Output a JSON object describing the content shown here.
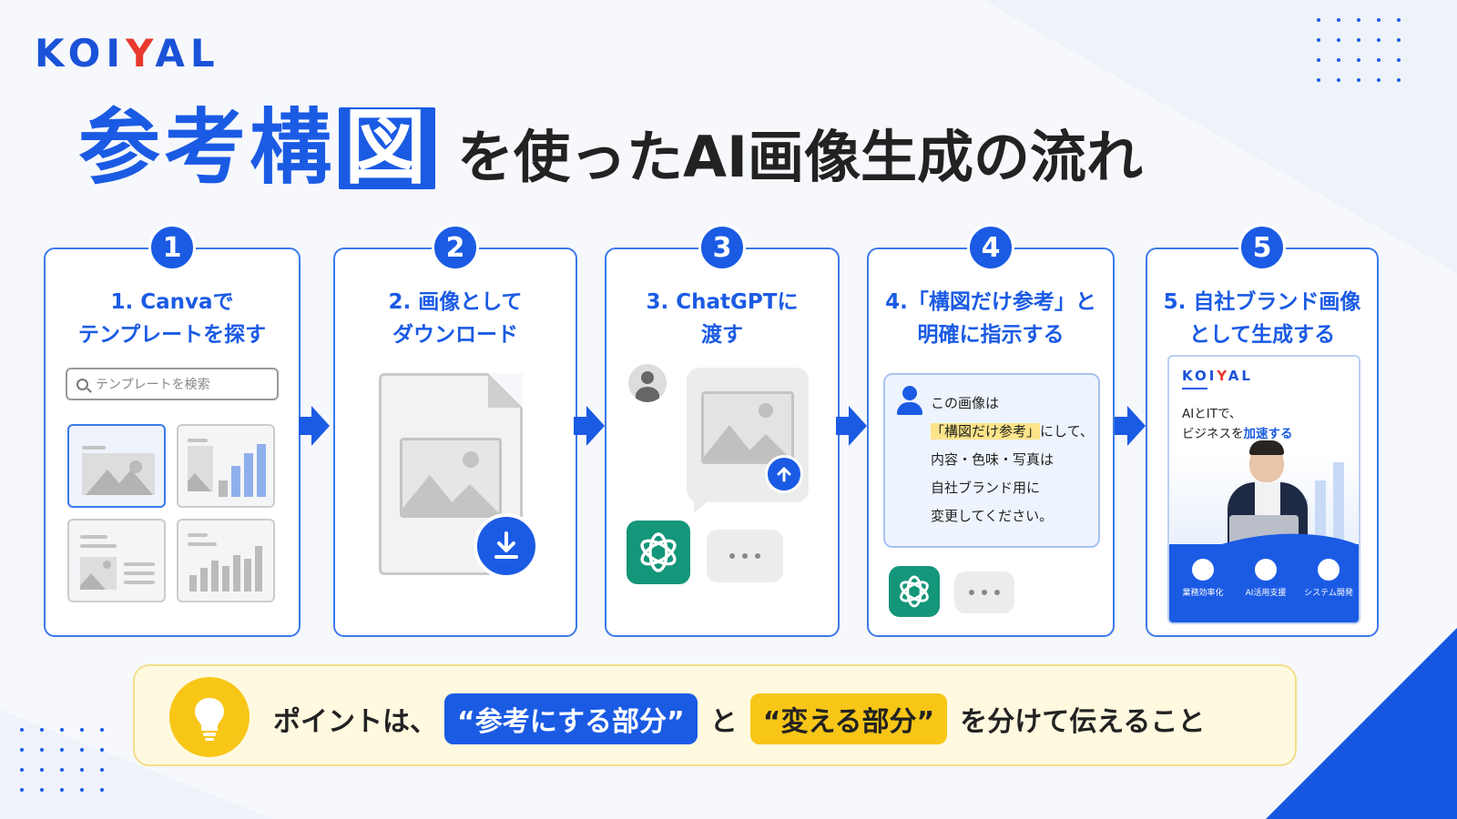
{
  "logo": {
    "pre": "KOI",
    "y": "Y",
    "post": "AL"
  },
  "title": {
    "highlight_a": "参考構",
    "highlight_box": "図",
    "rest": "を使ったAI画像生成の流れ"
  },
  "steps": [
    {
      "num": "1",
      "title_l1": "1. Canvaで",
      "title_l2": "テンプレートを探す",
      "search_placeholder": "テンプレートを検索"
    },
    {
      "num": "2",
      "title_l1": "2. 画像として",
      "title_l2": "ダウンロード"
    },
    {
      "num": "3",
      "title_l1": "3. ChatGPTに",
      "title_l2": "渡す"
    },
    {
      "num": "4",
      "title_l1": "4.「構図だけ参考」と",
      "title_l2": "明確に指示する",
      "prompt": {
        "l1": "この画像は",
        "l2_hl": "「構図だけ参考」",
        "l2_rest": "にして、",
        "l3": "内容・色味・写真は",
        "l4": "自社ブランド用に",
        "l5": "変更してください。"
      }
    },
    {
      "num": "5",
      "title_l1": "5. 自社ブランド画像",
      "title_l2": "として生成する",
      "ad": {
        "logo_pre": "KOI",
        "logo_y": "Y",
        "logo_post": "AL",
        "copy_l1": "AIとITで、",
        "copy_l2_pre": "ビジネスを",
        "copy_l2_acc": "加速する",
        "features": [
          "業務効率化",
          "AI活用支援",
          "システム開発"
        ]
      }
    }
  ],
  "tip": {
    "pre": "ポイントは、",
    "blue": "“参考にする部分”",
    "mid": "と",
    "yellow": "“変える部分”",
    "post": "を分けて伝えること"
  },
  "colors": {
    "brand_blue": "#1b5be4",
    "accent_red": "#e8392f",
    "yellow": "#f8c617",
    "chatgpt_green": "#14967a"
  },
  "icons": [
    "search-icon",
    "download-icon",
    "upload-icon",
    "user-icon",
    "chatgpt-icon",
    "lightbulb-icon",
    "arrow-right-icon"
  ]
}
